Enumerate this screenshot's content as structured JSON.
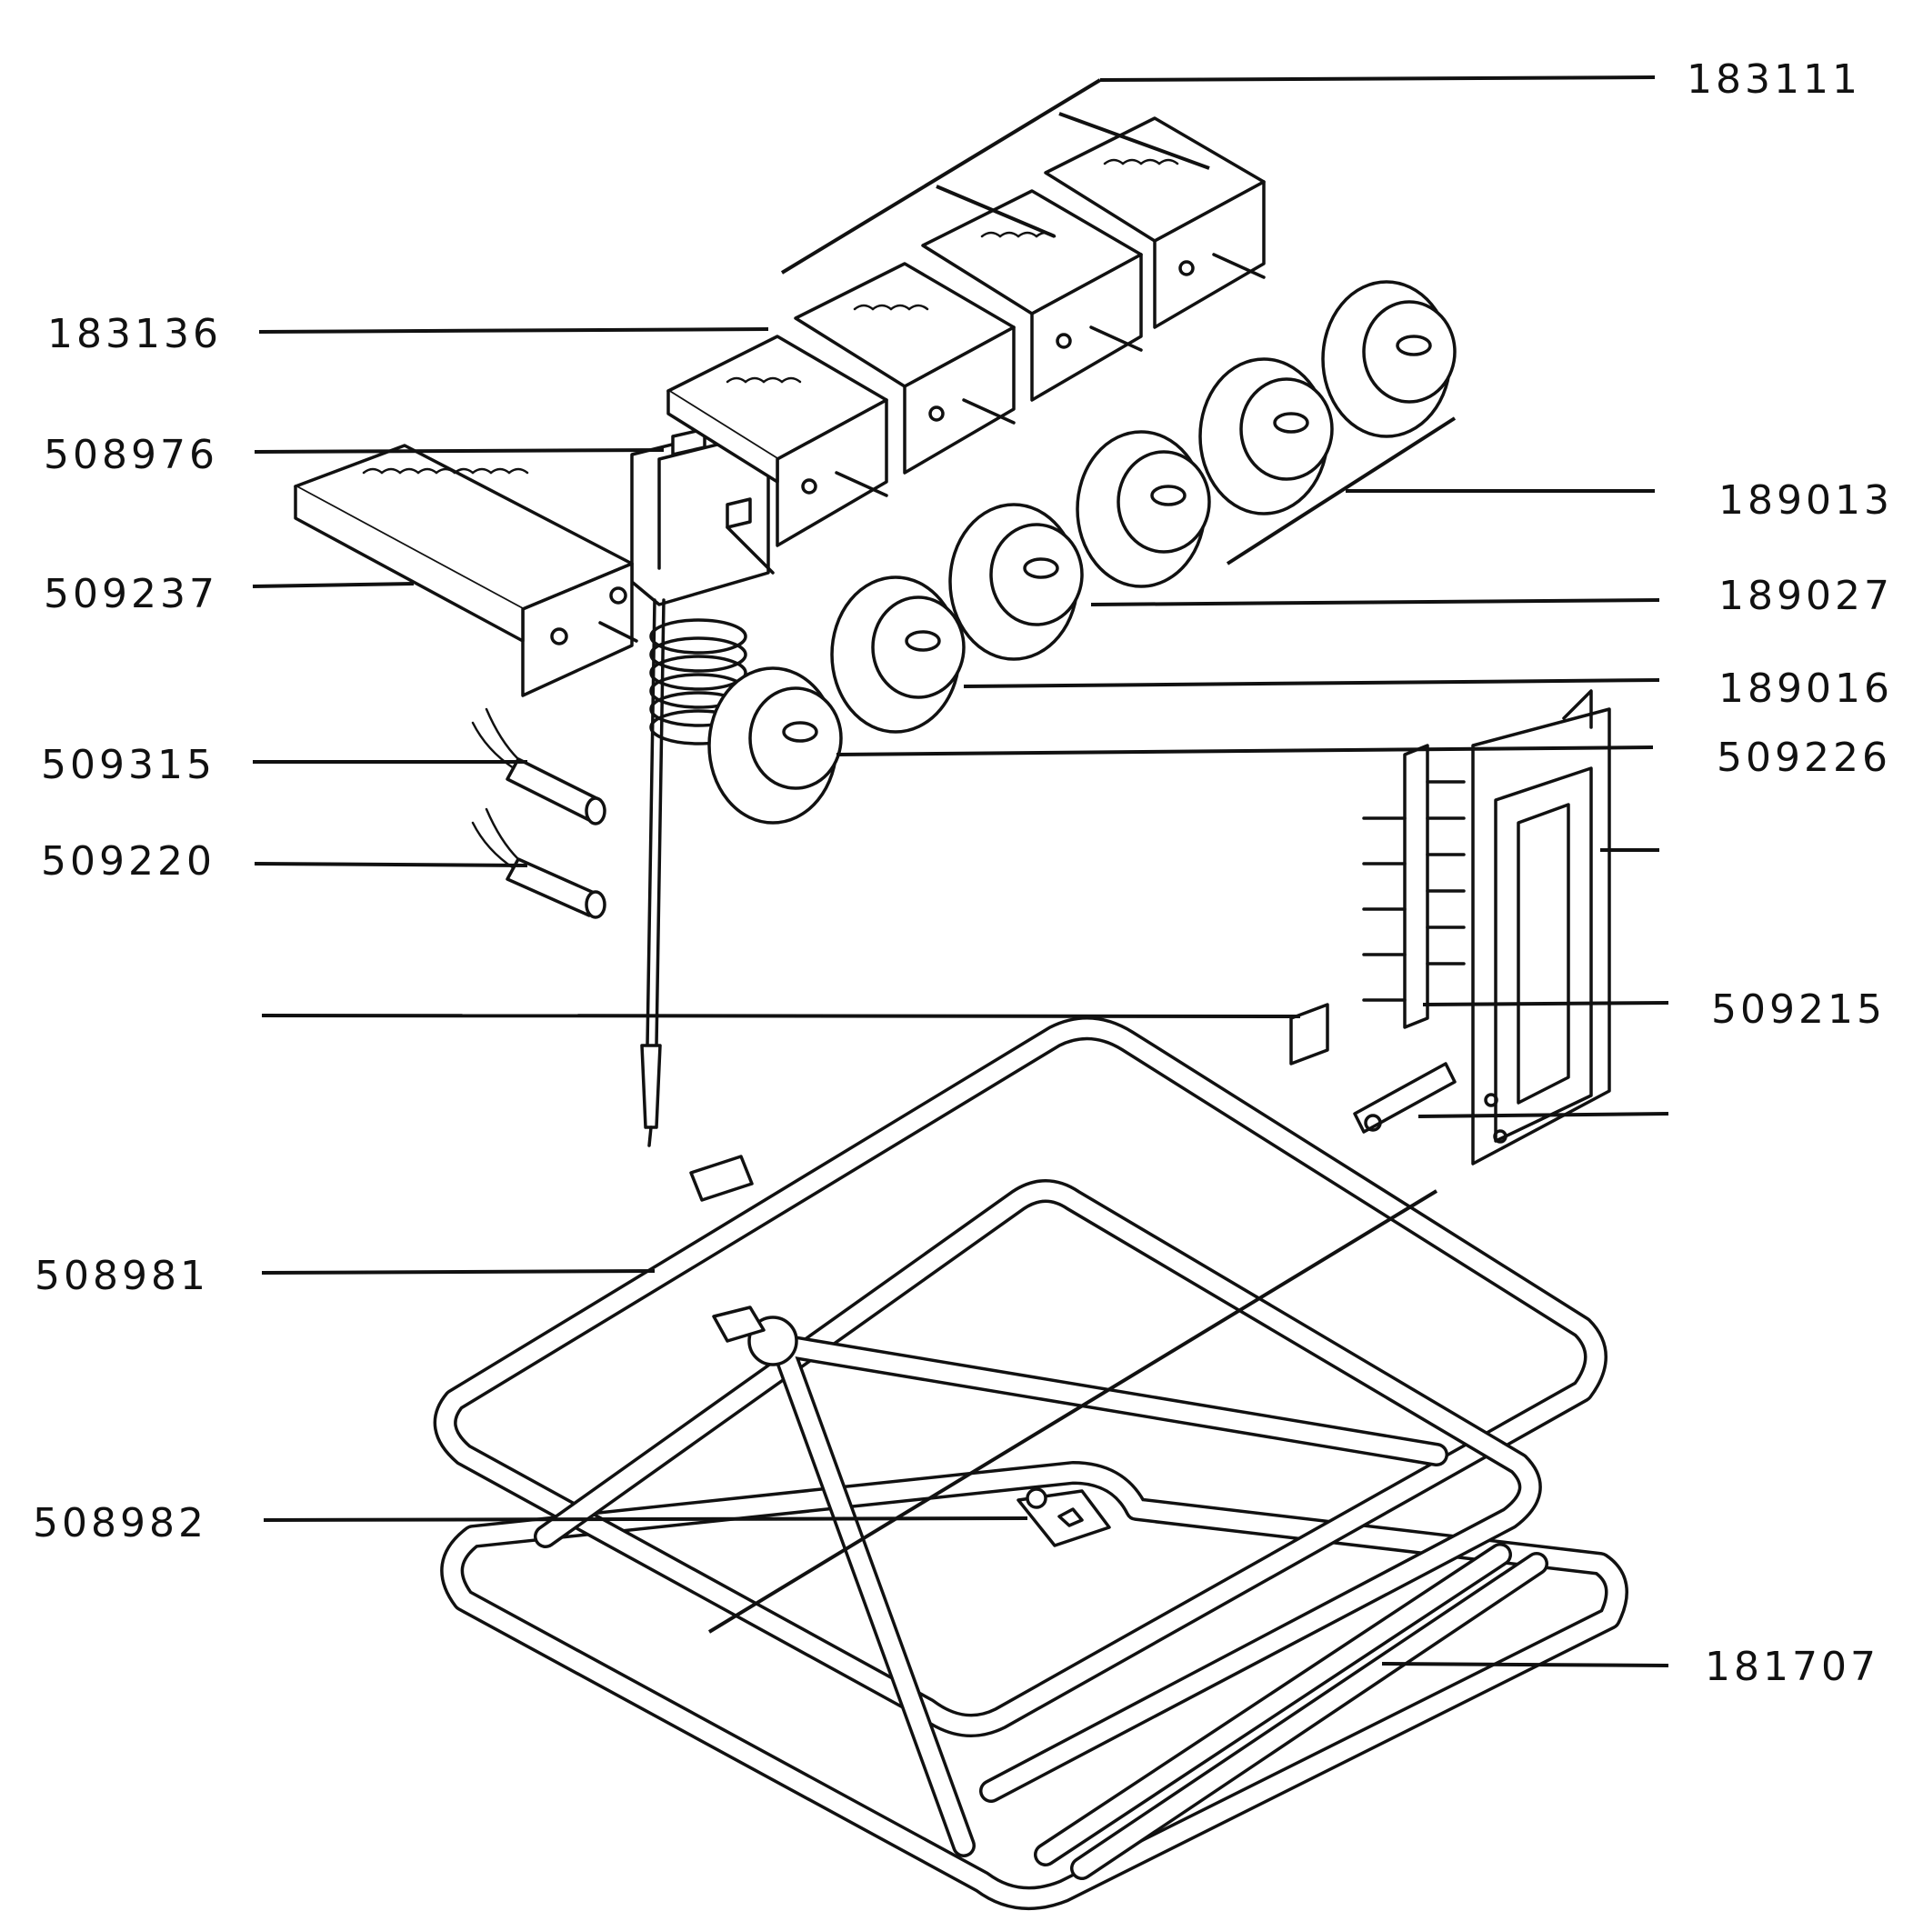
{
  "labels": {
    "p183111": "183111",
    "p183136": "183136",
    "p508976": "508976",
    "p509237": "509237",
    "p509315": "509315",
    "p509220": "509220",
    "p508981": "508981",
    "p508982": "508982",
    "p189013": "189013",
    "p189027": "189027",
    "p189016": "189016",
    "p509226": "509226",
    "p509215": "509215",
    "p181707": "181707"
  }
}
